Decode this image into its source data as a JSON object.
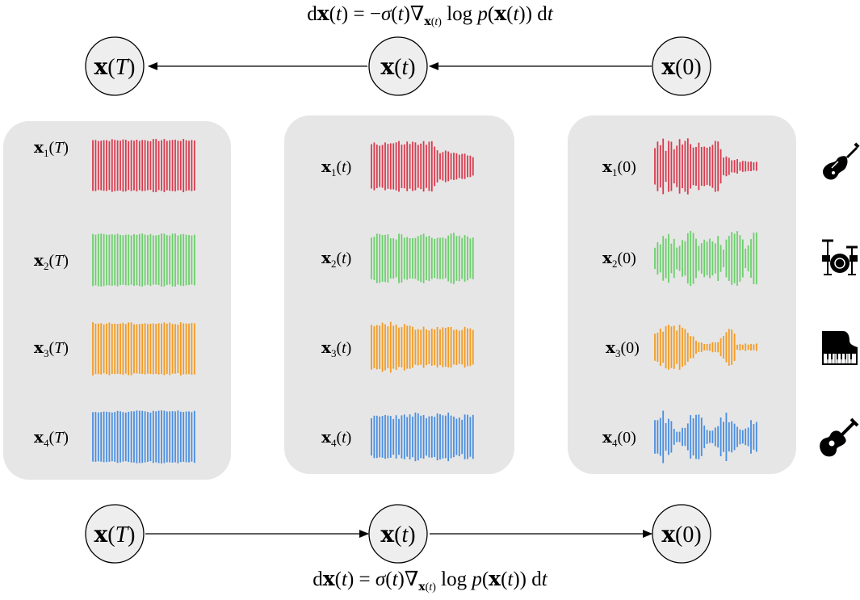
{
  "equations": {
    "reverse": {
      "lhs": "dx(t) = ",
      "rhs": "−σ(t)∇",
      "sub": "x(t)",
      "tail": " log p(x(t)) dt"
    },
    "forward": {
      "lhs": "dx(t) = ",
      "rhs": "σ(t)∇",
      "sub": "x(t)",
      "tail": " log p(x(t)) dt"
    }
  },
  "nodes": {
    "T": "x(T)",
    "t": "x(t)",
    "zero": "x(0)"
  },
  "panels": [
    {
      "id": "T",
      "labels": [
        "x1(T)",
        "x2(T)",
        "x3(T)",
        "x4(T)"
      ]
    },
    {
      "id": "t",
      "labels": [
        "x1(t)",
        "x2(t)",
        "x3(t)",
        "x4(t)"
      ]
    },
    {
      "id": "0",
      "labels": [
        "x1(0)",
        "x2(0)",
        "x3(0)",
        "x4(0)"
      ]
    }
  ],
  "instruments": [
    "electric-guitar-icon",
    "drums-icon",
    "piano-icon",
    "acoustic-guitar-icon"
  ],
  "colors": {
    "track1": "#d93a4e",
    "track2": "#6ccf6c",
    "track3": "#f49b23",
    "track4": "#4a8ee0",
    "panel": "#e6e6e6",
    "node": "#eeeeee"
  }
}
